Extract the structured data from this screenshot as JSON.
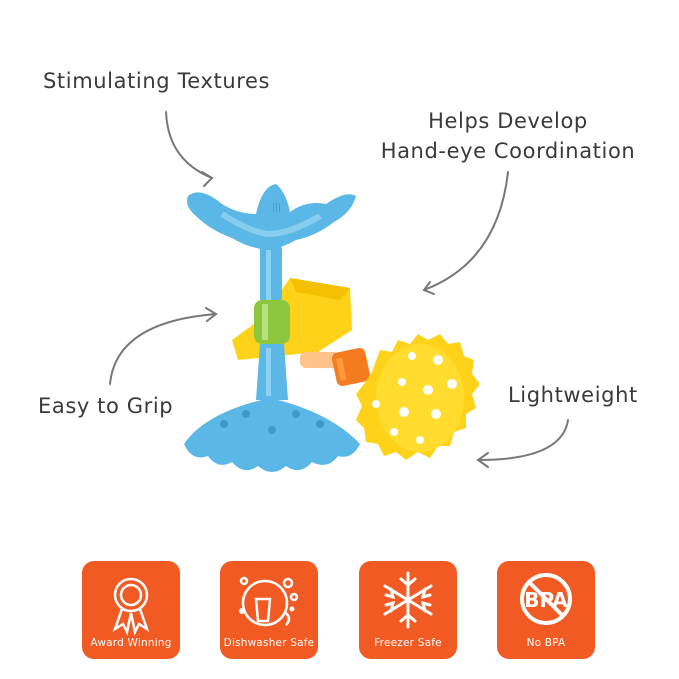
{
  "callouts": {
    "stimulating": "Stimulating Textures",
    "helps_line1": "Helps Develop",
    "helps_line2": "Hand-eye Coordination",
    "grip": "Easy to Grip",
    "lightweight": "Lightweight"
  },
  "badges": [
    {
      "label": "Award Winning",
      "icon": "award-ribbon-icon"
    },
    {
      "label": "Dishwasher Safe",
      "icon": "dishwasher-icon"
    },
    {
      "label": "Freezer Safe",
      "icon": "snowflake-icon"
    },
    {
      "label": "No BPA",
      "icon": "no-bpa-icon",
      "icon_text": "BPA"
    }
  ],
  "colors": {
    "badge_bg": "#f15a22",
    "toy_blue": "#5bb8e6",
    "toy_yellow": "#ffd21a",
    "toy_green": "#8cc63f",
    "toy_orange": "#f47b20"
  }
}
